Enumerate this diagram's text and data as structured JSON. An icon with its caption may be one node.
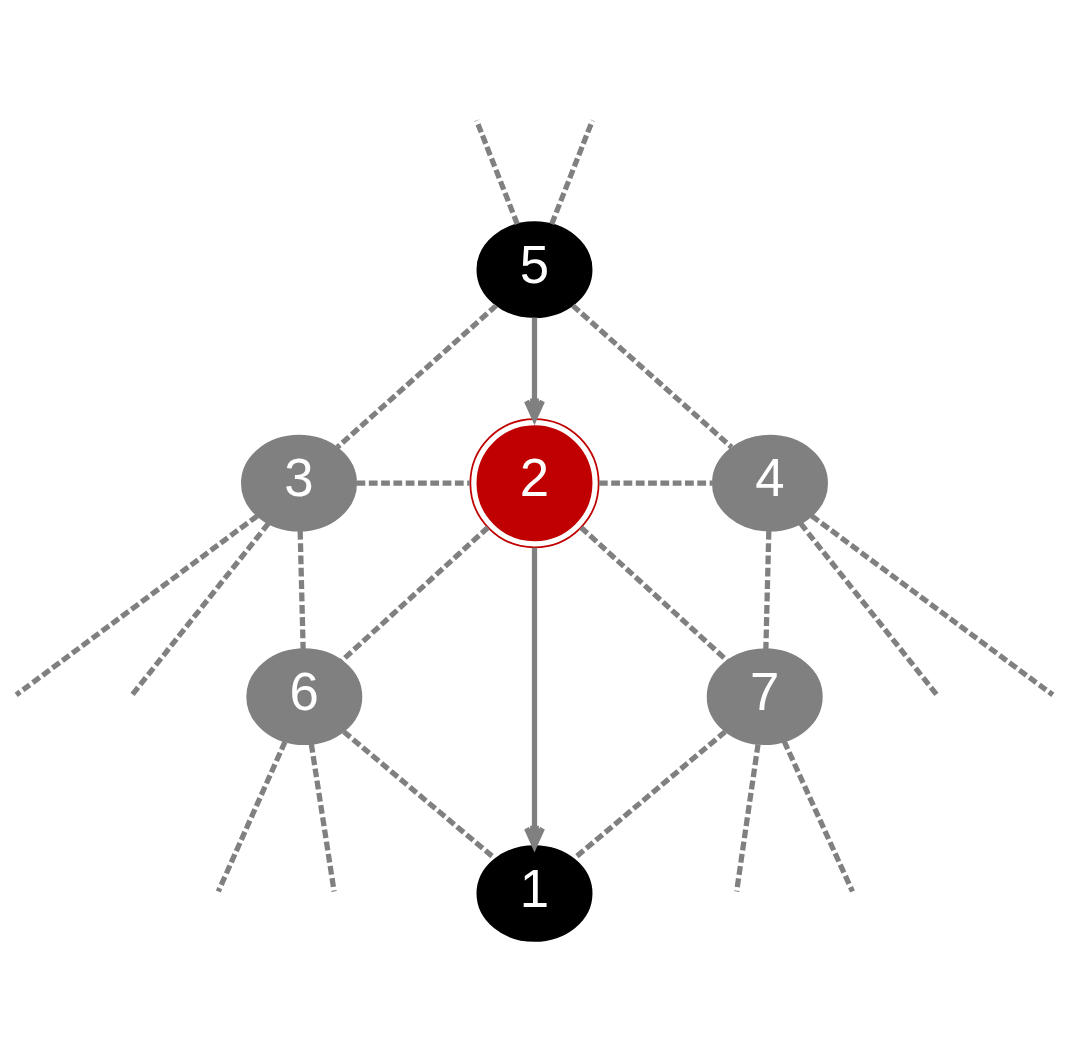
{
  "diagram": {
    "nodes": [
      {
        "text": [
          "5"
        ]
      },
      {
        "text": [
          "3"
        ]
      },
      {
        "text": [
          "2"
        ]
      },
      {
        "text": [
          "4"
        ]
      },
      {
        "text": [
          "6"
        ]
      },
      {
        "text": [
          "7"
        ]
      },
      {
        "text": [
          "1"
        ]
      }
    ],
    "edges": [
      {
        "from": 0,
        "to": 2,
        "arrow": "to"
      },
      {
        "from": 2,
        "to": 6,
        "arrow": "to"
      },
      {
        "from": 0,
        "to": 1,
        "arrow": "none",
        "style": "dashed"
      },
      {
        "from": 0,
        "to": 3,
        "arrow": "none",
        "style": "dashed"
      },
      {
        "from": 1,
        "to": 2,
        "arrow": "none",
        "style": "dashed"
      },
      {
        "from": 2,
        "to": 3,
        "arrow": "none",
        "style": "dashed"
      },
      {
        "from": 1,
        "to": 4,
        "arrow": "none",
        "style": "dashed"
      },
      {
        "from": 2,
        "to": 4,
        "arrow": "none",
        "style": "dashed"
      },
      {
        "from": 2,
        "to": 5,
        "arrow": "none",
        "style": "dashed"
      },
      {
        "from": 3,
        "to": 5,
        "arrow": "none",
        "style": "dashed"
      },
      {
        "from": 4,
        "to": 6,
        "arrow": "none",
        "style": "dashed"
      },
      {
        "from": 5,
        "to": 6,
        "arrow": "none",
        "style": "dashed"
      },
      {
        "from": 0,
        "to": null,
        "arrow": "none",
        "style": "dashed"
      },
      {
        "from": 0,
        "to": null,
        "arrow": "none",
        "style": "dashed"
      },
      {
        "from": 1,
        "to": null,
        "arrow": "none",
        "style": "dashed"
      },
      {
        "from": 1,
        "to": null,
        "arrow": "none",
        "style": "dashed"
      },
      {
        "from": 3,
        "to": null,
        "arrow": "none",
        "style": "dashed"
      },
      {
        "from": 3,
        "to": null,
        "arrow": "none",
        "style": "dashed"
      },
      {
        "from": 4,
        "to": null,
        "arrow": "none",
        "style": "dashed"
      },
      {
        "from": 4,
        "to": null,
        "arrow": "none",
        "style": "dashed"
      },
      {
        "from": 5,
        "to": null,
        "arrow": "none",
        "style": "dashed"
      },
      {
        "from": 5,
        "to": null,
        "arrow": "none",
        "style": "dashed"
      }
    ]
  }
}
